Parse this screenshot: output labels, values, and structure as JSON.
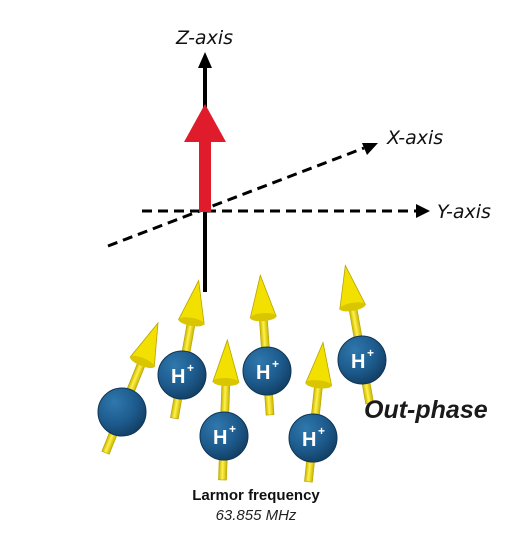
{
  "axes": {
    "z_label": "Z-axis",
    "x_label": "X-axis",
    "y_label": "Y-axis"
  },
  "proton_label": "H",
  "proton_charge": "+",
  "phase_label": "Out-phase",
  "larmor": {
    "title": "Larmor frequency",
    "value": "63.855 MHz"
  },
  "colors": {
    "net_vector": "#e01b2c",
    "spin_arrow": "#f2e000",
    "proton": "#1d5a8c",
    "axis": "#000000"
  }
}
